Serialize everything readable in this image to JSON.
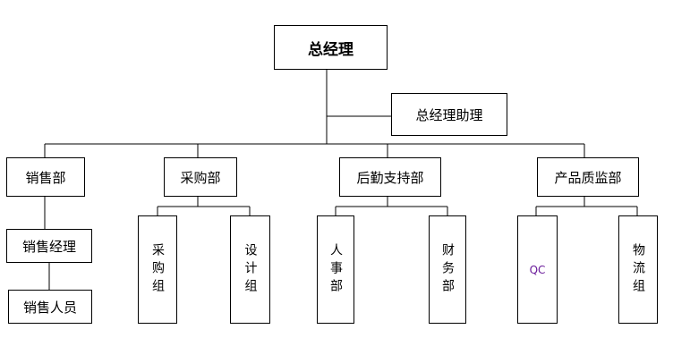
{
  "org_chart": {
    "root": "总经理",
    "assistant": "总经理助理",
    "departments": [
      {
        "name": "销售部",
        "children": [
          "销售经理",
          "销售人员"
        ]
      },
      {
        "name": "采购部",
        "children": [
          "采购组",
          "设计组"
        ]
      },
      {
        "name": "后勤支持部",
        "children": [
          "人事部",
          "财务部"
        ]
      },
      {
        "name": "产品质监部",
        "children": [
          "QC",
          "物流组"
        ]
      }
    ]
  },
  "colors": {
    "line": "#000000",
    "qc_text": "#6a1b9a"
  }
}
